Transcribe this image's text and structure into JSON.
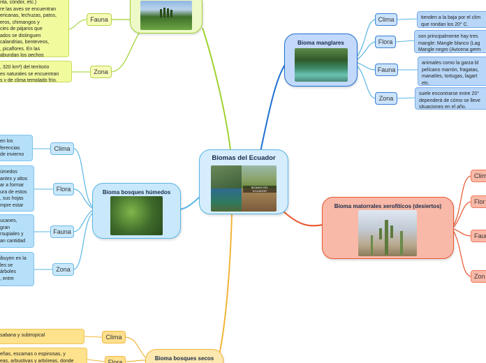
{
  "central": {
    "title": "Biomas del Ecuador",
    "image_caption": "BIOMAS DEL ECUADOR"
  },
  "bosques_humedos": {
    "title": "Bioma bosques húmedos",
    "branches": [
      {
        "label": "Clima",
        "note": "en los\nferencias\nde invierno"
      },
      {
        "label": "Flora",
        "note": "úmedos\nantes y altos\nar a formar\nura de estos\n, sus hojas\nmpre estar"
      },
      {
        "label": "Fauna",
        "note": "ucanes,\ngran\nrsupiales y\nan cantidad"
      },
      {
        "label": "Zona",
        "note": "ibuyen en la\nles se\nárboles\n, entre"
      }
    ]
  },
  "green_top": {
    "fauna_label": "Fauna",
    "fauna_note": "nta, cóndor, etc.)\nre las aves se encuentran\nericanas, lechuzas, patos,\neros, chimangos y\ncies de pájaros que\nados se distinguen\ncalandrias, benteveos,\n, picaflores. En las\nabundan los pechos\ns y los chingolo canario.",
    "zona_label": "Zona",
    "zona_note": ", 320 km²) del territorio\nes naturales se encuentran\ns y de clima templado frío."
  },
  "manglares": {
    "title": "Bioma manglares",
    "branches": [
      {
        "label": "Clima",
        "note": "tienden a la baja por el clim\nque rondan los 20° C."
      },
      {
        "label": "Flora",
        "note": "son principalmente hay tres\nmangle: Mangle blanco (Lag\nMangle negro (Avicena germ"
      },
      {
        "label": "Fauna",
        "note": "animales como la garza bl\npelícano marrón, fragatas,\nmanatíes, tortugas, lagart\netc."
      },
      {
        "label": "Zona",
        "note": "suele encontrarse entre 20°\ndependerá de cómo se lleve\nsituaciones en el año."
      }
    ]
  },
  "matorrales": {
    "title": "Bioma matorrales xerofíticos (desiertos)",
    "branches": [
      "Clim",
      "Flor",
      "Faun",
      "Zon"
    ]
  },
  "bosques_secos": {
    "title": "Bioma bosques secos",
    "branches": [
      {
        "label": "Clima",
        "note": "sabana y subtropical"
      },
      {
        "label": "Flora",
        "note": "eñas, escamas o espinosas, y\neas, arbustivas y arbóreas, donde"
      }
    ]
  },
  "colors": {
    "green": "#9fd22f",
    "blue": "#59b6e5",
    "navy": "#1e6fd0",
    "orange": "#f2b53a",
    "salmon": "#e8552e"
  }
}
